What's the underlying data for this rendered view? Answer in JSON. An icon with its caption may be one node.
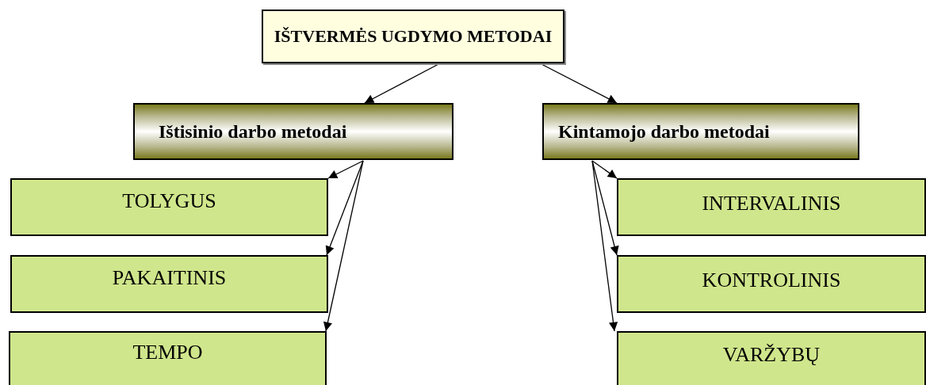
{
  "diagram": {
    "nodes": [
      {
        "text": [
          "IŠTVERMĖS UGDYMO METODAI"
        ]
      },
      {
        "text": [
          "Ištisinio darbo metodai"
        ]
      },
      {
        "text": [
          "Kintamojo darbo metodai"
        ]
      },
      {
        "text": [
          "TOLYGUS"
        ]
      },
      {
        "text": [
          "PAKAITINIS"
        ]
      },
      {
        "text": [
          "TEMPO"
        ]
      },
      {
        "text": [
          "INTERVALINIS"
        ]
      },
      {
        "text": [
          "KONTROLINIS"
        ]
      },
      {
        "text": [
          "VARŽYBŲ"
        ]
      }
    ],
    "edges": [
      {
        "from": 0,
        "to": 1,
        "arrow": "to"
      },
      {
        "from": 0,
        "to": 2,
        "arrow": "to"
      },
      {
        "from": 1,
        "to": 3,
        "arrow": "to"
      },
      {
        "from": 1,
        "to": 4,
        "arrow": "to"
      },
      {
        "from": 1,
        "to": 5,
        "arrow": "to"
      },
      {
        "from": 2,
        "to": 6,
        "arrow": "to"
      },
      {
        "from": 2,
        "to": 7,
        "arrow": "to"
      },
      {
        "from": 2,
        "to": 8,
        "arrow": "to"
      }
    ]
  }
}
